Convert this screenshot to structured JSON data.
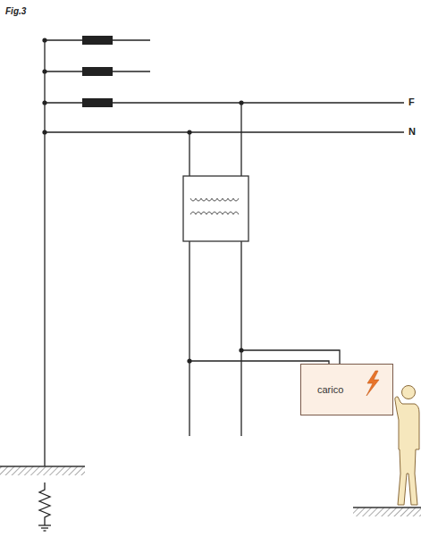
{
  "diagram": {
    "nodes": [
      {
        "text": [
          "carico"
        ]
      }
    ],
    "labels": [
      "Fig.3",
      "F",
      "N"
    ]
  }
}
